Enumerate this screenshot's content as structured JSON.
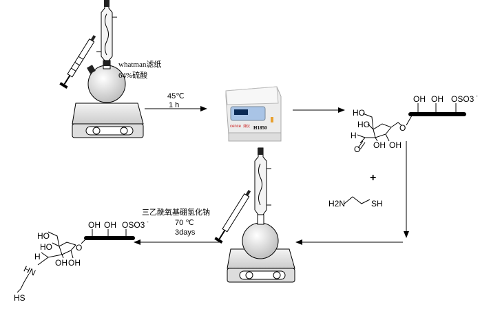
{
  "step1": {
    "reagent_line1": "whatman滤纸",
    "reagent_line2": "64%硫酸",
    "temp": "45℃",
    "time": "1 h"
  },
  "centrifuge": {
    "brand": "cence",
    "brand_suffix": "湘仪",
    "model": "H1850"
  },
  "product1": {
    "labels": [
      "HO",
      "HO",
      "H",
      "O",
      "OH",
      "OH",
      "O",
      "OH",
      "OH",
      "OSO3"
    ],
    "charge": "-",
    "subscript": "3"
  },
  "plus": "+",
  "reagent2": {
    "left": "H2N",
    "right": "SH"
  },
  "step3": {
    "reagent": "三乙酰氧基硼氢化钠",
    "temp": "70 ℃",
    "time": "3days"
  },
  "product2": {
    "labels": [
      "HO",
      "HO",
      "H",
      "OH",
      "OH",
      "O",
      "OH",
      "OH",
      "OSO3",
      "HN",
      "HS"
    ],
    "charge": "-"
  }
}
